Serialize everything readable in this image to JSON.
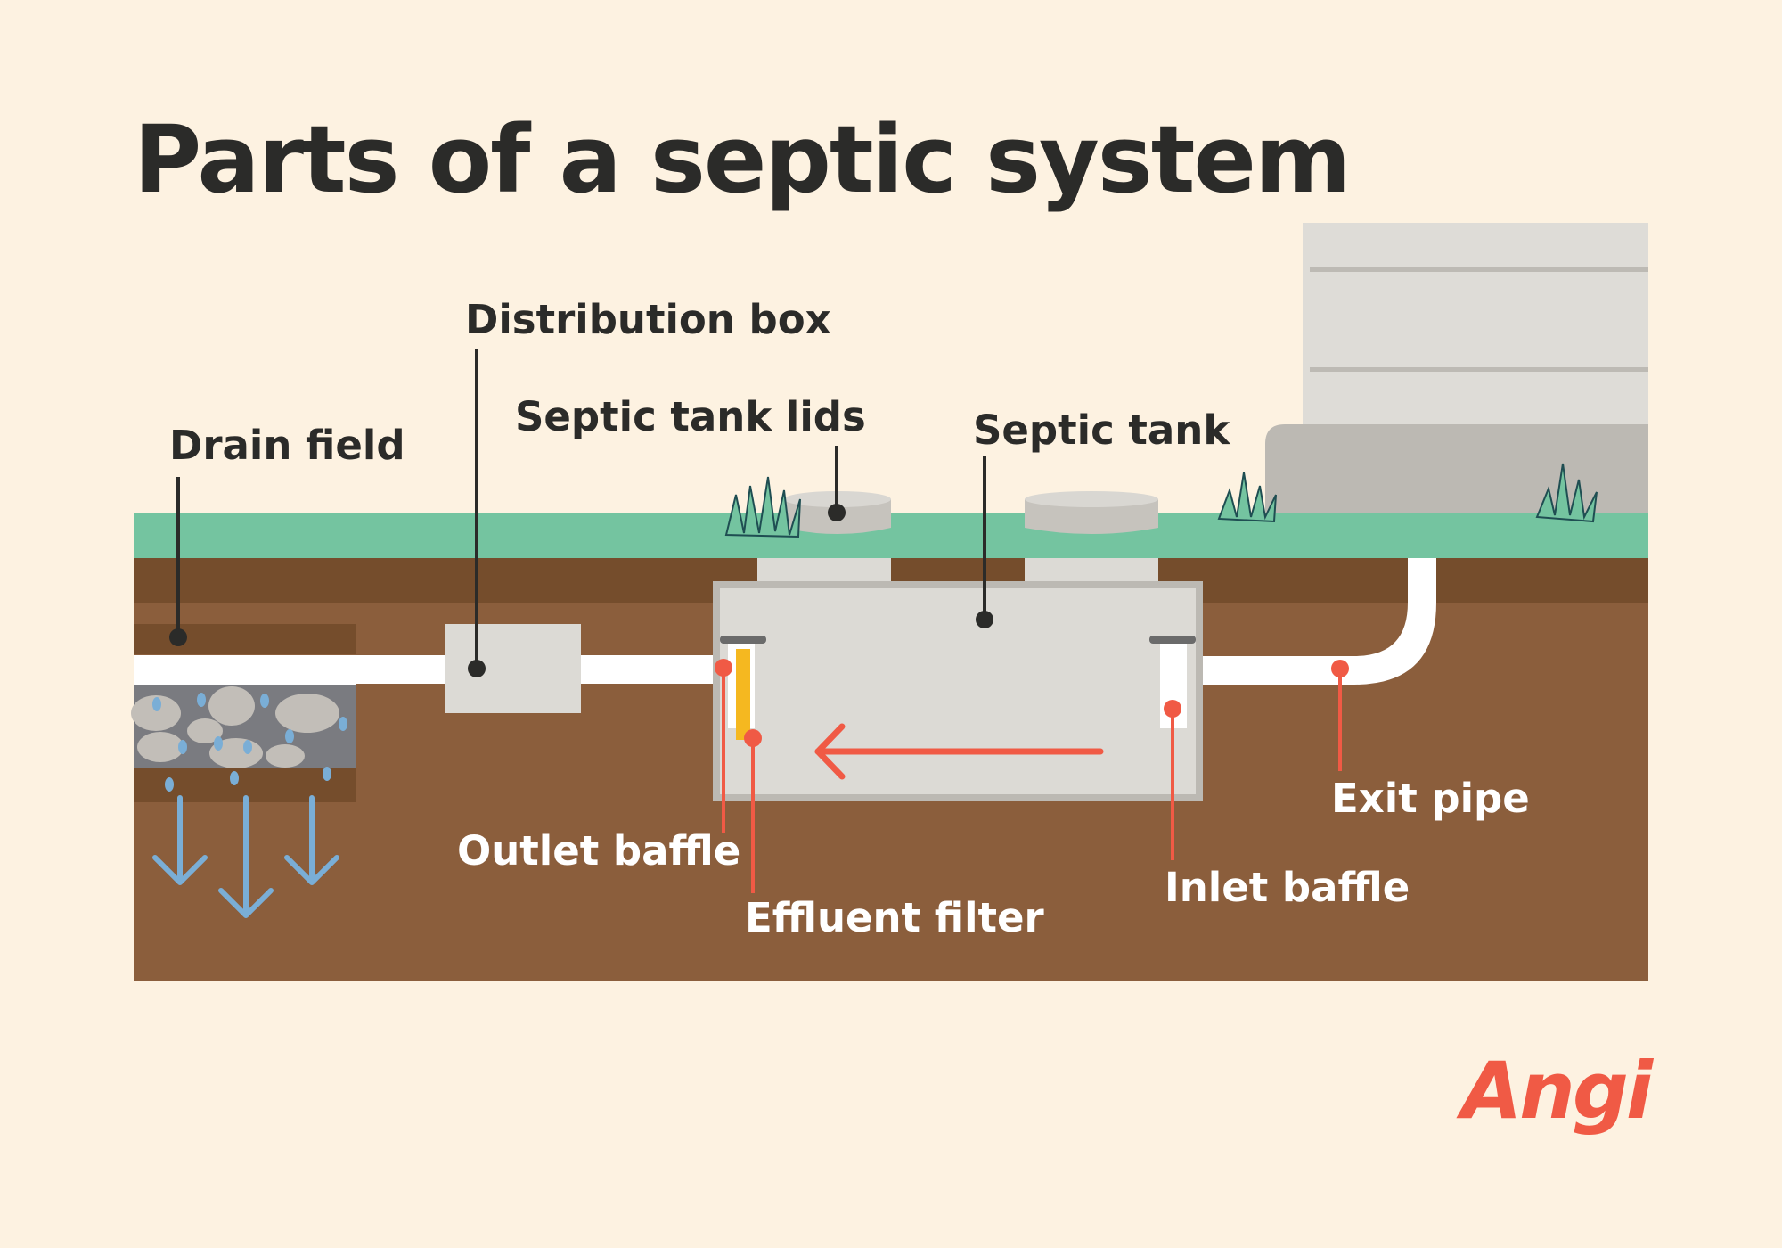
{
  "title": "Parts of a septic system",
  "labels": {
    "drain_field": "Drain field",
    "distribution_box": "Distribution box",
    "septic_tank_lids": "Septic tank lids",
    "septic_tank": "Septic tank",
    "exit_pipe": "Exit pipe",
    "outlet_baffle": "Outlet baffle",
    "effluent_filter": "Effluent filter",
    "inlet_baffle": "Inlet baffle"
  },
  "logo": "Angi",
  "colors": {
    "background": "#fdf2e1",
    "grass": "#74c4a0",
    "topsoil": "#754d2c",
    "soil": "#8b5e3c",
    "concrete": "#dcdad5",
    "pipe": "#ffffff",
    "accent": "#f05a45",
    "filter": "#f5b820",
    "water": "#7aaed6"
  }
}
